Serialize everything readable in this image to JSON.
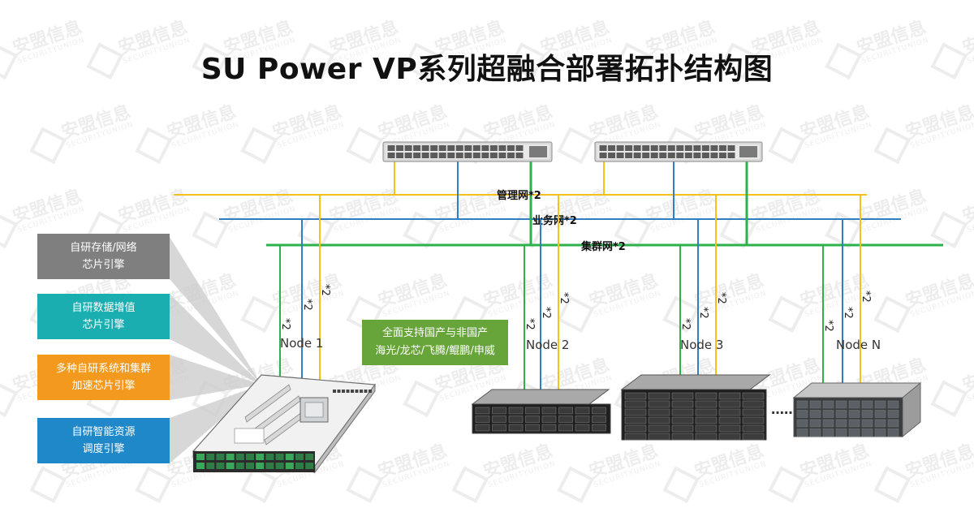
{
  "title": "SU Power VP系列超融合部署拓扑结构图",
  "watermark": {
    "brand_cn": "安盟信息",
    "brand_en": "SECURITYUNION"
  },
  "networks": {
    "management": {
      "label": "管理网*2",
      "color": "#f5c21b"
    },
    "business": {
      "label": "业务网*2",
      "color": "#2f7fc2"
    },
    "cluster": {
      "label": "集群网*2",
      "color": "#2bb24c"
    }
  },
  "link_multiplier": "*2",
  "nodes": [
    {
      "label": "Node 1"
    },
    {
      "label": "Node 2"
    },
    {
      "label": "Node 3"
    },
    {
      "label": "Node N"
    }
  ],
  "ellipsis": "……",
  "features": [
    {
      "text": "自研存储/网络\n芯片引擎",
      "color": "#7f7f7f"
    },
    {
      "text": "自研数据增值\n芯片引擎",
      "color": "#1aaeb0"
    },
    {
      "text": "多种自研系统和集群\n加速芯片引擎",
      "color": "#f39a1e"
    },
    {
      "text": "自研智能资源\n调度引擎",
      "color": "#1e88c9"
    }
  ],
  "support_note": "全面支持国产与非国产\n海光/龙芯/飞腾/鲲鹏/申威"
}
